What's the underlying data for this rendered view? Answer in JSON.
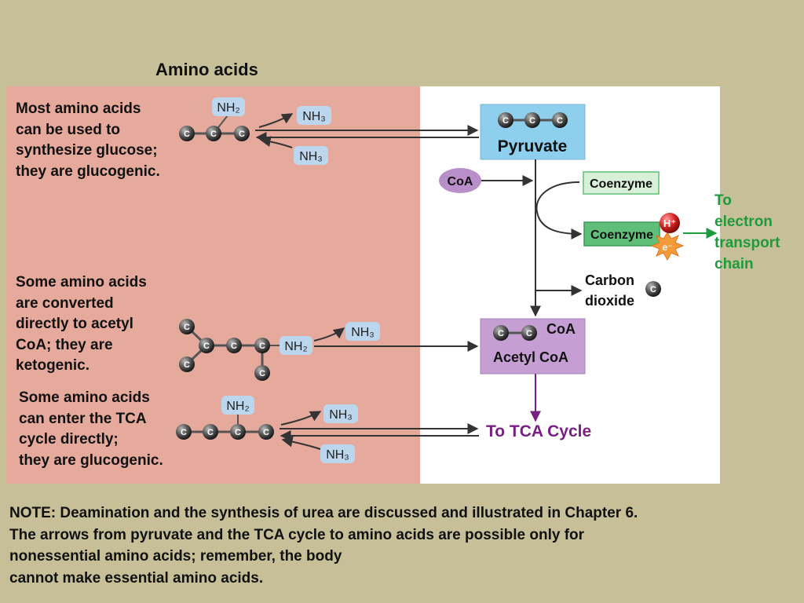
{
  "title": "Amino acids",
  "groups": [
    {
      "lines": [
        "Most amino acids",
        "can be used to",
        "synthesize glucose;",
        "they are glucogenic."
      ]
    },
    {
      "lines": [
        "Some amino acids",
        "are converted",
        "directly to acetyl",
        "CoA; they are",
        "ketogenic."
      ]
    },
    {
      "lines": [
        "Some amino acids",
        "can enter the TCA",
        "cycle directly;",
        "they are glucogenic."
      ]
    }
  ],
  "labels": {
    "carbon": "C",
    "nh2": "NH₂",
    "nh3": "NH₃",
    "pyruvate": "Pyruvate",
    "coa": "CoA",
    "coenzyme_top": "Coenzyme",
    "coenzyme_bottom": "Coenzyme",
    "h_plus": "H⁺",
    "electron": "e⁻",
    "carbon_dioxide_1": "Carbon",
    "carbon_dioxide_2": "dioxide",
    "acetyl_coa": "Acetyl CoA",
    "acetyl_coa_tag": "CoA",
    "to_tca": "To TCA Cycle",
    "to_etc": [
      "To",
      "electron",
      "transport",
      "chain"
    ]
  },
  "note_lines": [
    "NOTE: Deamination and the synthesis of urea are discussed and illustrated in Chapter 6.",
    "The arrows from pyruvate and the TCA cycle to amino acids are possible only for",
    "nonessential amino acids; remember, the body",
    "cannot make essential amino acids."
  ],
  "colors": {
    "background": "#c6bf98",
    "pink_panel": "#e6aa9c",
    "pyruvate_box": "#8fcfee",
    "acetyl_box": "#c59fd3",
    "coa_oval": "#b98fc9",
    "coenzyme_light": "#d9f0d8",
    "coenzyme_dark": "#5fbf78",
    "green_arrow": "#1f9a3c",
    "purple_arrow": "#7a1f86",
    "nh_box": "#bcd6ee"
  }
}
